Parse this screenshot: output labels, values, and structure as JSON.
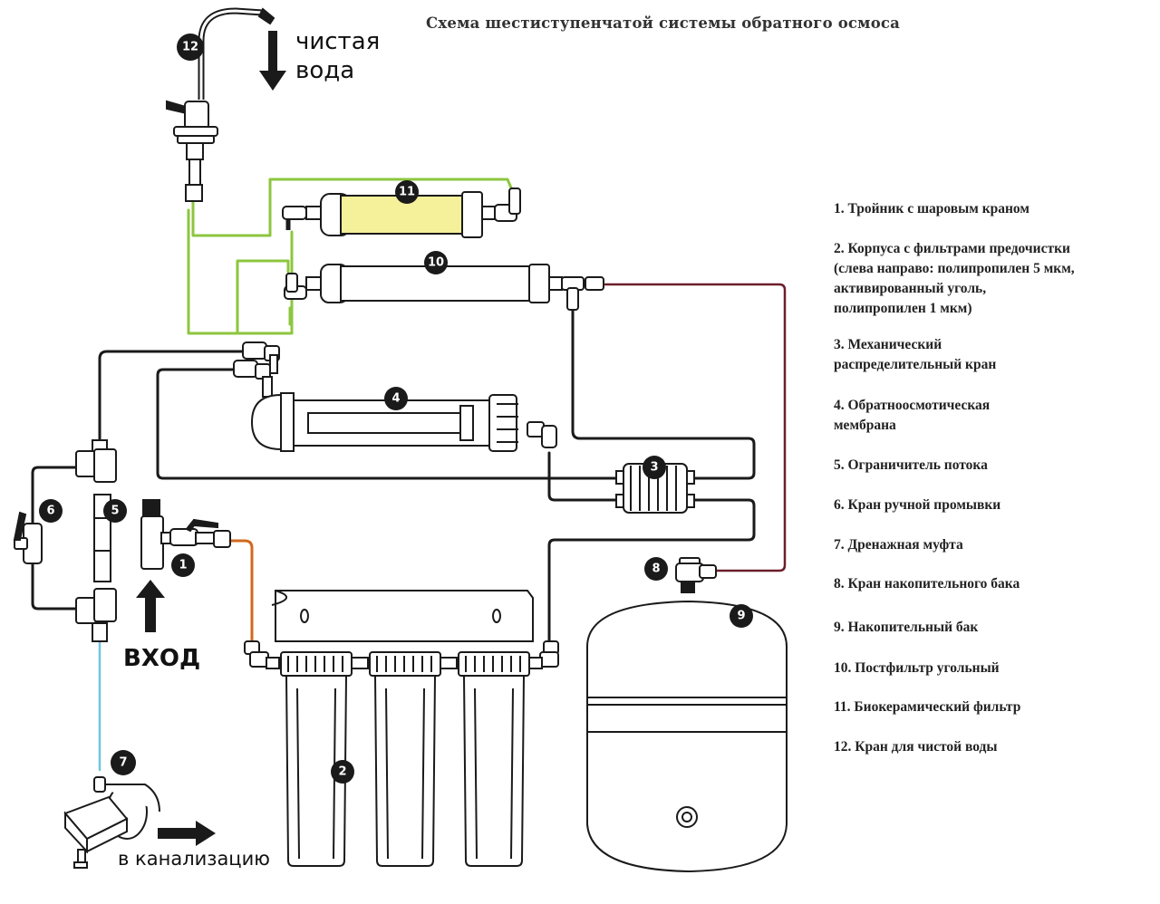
{
  "diagram": {
    "title": "Схема шестиступенчатой системы обратного осмоса",
    "labels": {
      "clean_water": "чистая\nвода",
      "input": "ВХОД",
      "drain": "в канализацию"
    },
    "markers": [
      "1",
      "2",
      "3",
      "4",
      "5",
      "6",
      "7",
      "8",
      "9",
      "10",
      "11",
      "12"
    ],
    "colors": {
      "line": "#1a1a1a",
      "green_line": "#8cc63f",
      "brown_line": "#6b1f2a",
      "orange_line": "#d2691e",
      "blue_line": "#6fc6e0",
      "filter_11_fill": "#f5f09a"
    }
  },
  "legend": {
    "items": [
      "1. Тройник с шаровым краном",
      "2. Корпуса с фильтрами предочистки\n(слева направо: полипропилен 5 мкм,\nактивированный уголь,\nполипропилен 1 мкм)",
      "3. Механический\nраспределительный кран",
      "4. Обратноосмотическая\nмембрана",
      "5. Ограничитель потока",
      "6. Кран ручной промывки",
      "7. Дренажная муфта",
      "8. Кран накопительного бака",
      "9. Накопительный бак",
      "10. Постфильтр угольный",
      "11. Биокерамический фильтр",
      "12. Кран для чистой воды"
    ]
  }
}
